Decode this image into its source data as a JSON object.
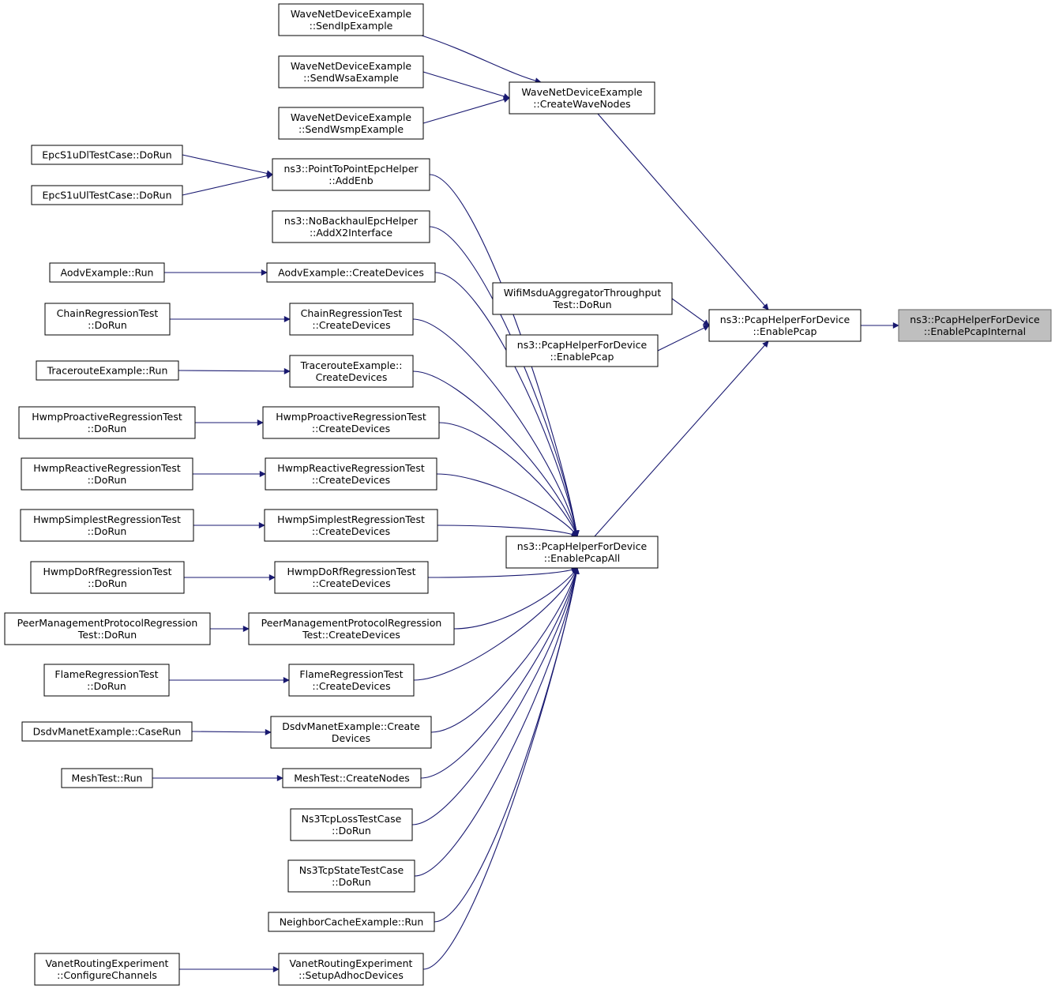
{
  "graph": {
    "title": "",
    "colors": {
      "edge": "#191970",
      "highlight_fill": "#bfbfbf",
      "node_border": "#000000"
    },
    "nodes": [
      {
        "id": "pcap-internal",
        "lines": [
          "ns3::PcapHelperForDevice",
          "::EnablePcapInternal"
        ],
        "highlight": true
      },
      {
        "id": "pcap-enable",
        "lines": [
          "ns3::PcapHelperForDevice",
          "::EnablePcap"
        ]
      },
      {
        "id": "wave-create",
        "lines": [
          "WaveNetDeviceExample",
          "::CreateWaveNodes"
        ]
      },
      {
        "id": "wave-sendip",
        "lines": [
          "WaveNetDeviceExample",
          "::SendIpExample"
        ]
      },
      {
        "id": "wave-sendwsa",
        "lines": [
          "WaveNetDeviceExample",
          "::SendWsaExample"
        ]
      },
      {
        "id": "wave-sendwsmp",
        "lines": [
          "WaveNetDeviceExample",
          "::SendWsmpExample"
        ]
      },
      {
        "id": "wifi-msdu",
        "lines": [
          "WifiMsduAggregatorThroughput",
          "Test::DoRun"
        ]
      },
      {
        "id": "pcap-enable2",
        "lines": [
          "ns3::PcapHelperForDevice",
          "::EnablePcap"
        ]
      },
      {
        "id": "pcap-all",
        "lines": [
          "ns3::PcapHelperForDevice",
          "::EnablePcapAll"
        ]
      },
      {
        "id": "epc-addenb",
        "lines": [
          "ns3::PointToPointEpcHelper",
          "::AddEnb"
        ]
      },
      {
        "id": "epc-dl",
        "lines": [
          "EpcS1uDlTestCase::DoRun"
        ]
      },
      {
        "id": "epc-ul",
        "lines": [
          "EpcS1uUlTestCase::DoRun"
        ]
      },
      {
        "id": "nobackhaul",
        "lines": [
          "ns3::NoBackhaulEpcHelper",
          "::AddX2Interface"
        ]
      },
      {
        "id": "aodv-create",
        "lines": [
          "AodvExample::CreateDevices"
        ]
      },
      {
        "id": "aodv-run",
        "lines": [
          "AodvExample::Run"
        ]
      },
      {
        "id": "chain-create",
        "lines": [
          "ChainRegressionTest",
          "::CreateDevices"
        ]
      },
      {
        "id": "chain-run",
        "lines": [
          "ChainRegressionTest",
          "::DoRun"
        ]
      },
      {
        "id": "trace-create",
        "lines": [
          "TracerouteExample::",
          "CreateDevices"
        ]
      },
      {
        "id": "trace-run",
        "lines": [
          "TracerouteExample::Run"
        ]
      },
      {
        "id": "hwmp-pro-create",
        "lines": [
          "HwmpProactiveRegressionTest",
          "::CreateDevices"
        ]
      },
      {
        "id": "hwmp-pro-run",
        "lines": [
          "HwmpProactiveRegressionTest",
          "::DoRun"
        ]
      },
      {
        "id": "hwmp-re-create",
        "lines": [
          "HwmpReactiveRegressionTest",
          "::CreateDevices"
        ]
      },
      {
        "id": "hwmp-re-run",
        "lines": [
          "HwmpReactiveRegressionTest",
          "::DoRun"
        ]
      },
      {
        "id": "hwmp-si-create",
        "lines": [
          "HwmpSimplestRegressionTest",
          "::CreateDevices"
        ]
      },
      {
        "id": "hwmp-si-run",
        "lines": [
          "HwmpSimplestRegressionTest",
          "::DoRun"
        ]
      },
      {
        "id": "hwmp-rf-create",
        "lines": [
          "HwmpDoRfRegressionTest",
          "::CreateDevices"
        ]
      },
      {
        "id": "hwmp-rf-run",
        "lines": [
          "HwmpDoRfRegressionTest",
          "::DoRun"
        ]
      },
      {
        "id": "peer-create",
        "lines": [
          "PeerManagementProtocolRegression",
          "Test::CreateDevices"
        ]
      },
      {
        "id": "peer-run",
        "lines": [
          "PeerManagementProtocolRegression",
          "Test::DoRun"
        ]
      },
      {
        "id": "flame-create",
        "lines": [
          "FlameRegressionTest",
          "::CreateDevices"
        ]
      },
      {
        "id": "flame-run",
        "lines": [
          "FlameRegressionTest",
          "::DoRun"
        ]
      },
      {
        "id": "dsdv-create",
        "lines": [
          "DsdvManetExample::Create",
          "Devices"
        ]
      },
      {
        "id": "dsdv-run",
        "lines": [
          "DsdvManetExample::CaseRun"
        ]
      },
      {
        "id": "mesh-create",
        "lines": [
          "MeshTest::CreateNodes"
        ]
      },
      {
        "id": "mesh-run",
        "lines": [
          "MeshTest::Run"
        ]
      },
      {
        "id": "tcp-loss",
        "lines": [
          "Ns3TcpLossTestCase",
          "::DoRun"
        ]
      },
      {
        "id": "tcp-state",
        "lines": [
          "Ns3TcpStateTestCase",
          "::DoRun"
        ]
      },
      {
        "id": "neighbor",
        "lines": [
          "NeighborCacheExample::Run"
        ]
      },
      {
        "id": "vanet-setup",
        "lines": [
          "VanetRoutingExperiment",
          "::SetupAdhocDevices"
        ]
      },
      {
        "id": "vanet-config",
        "lines": [
          "VanetRoutingExperiment",
          "::ConfigureChannels"
        ]
      }
    ],
    "edges": [
      [
        "pcap-enable",
        "pcap-internal"
      ],
      [
        "wave-create",
        "pcap-enable"
      ],
      [
        "wifi-msdu",
        "pcap-enable"
      ],
      [
        "pcap-enable2",
        "pcap-enable"
      ],
      [
        "pcap-all",
        "pcap-enable"
      ],
      [
        "wave-sendip",
        "wave-create"
      ],
      [
        "wave-sendwsa",
        "wave-create"
      ],
      [
        "wave-sendwsmp",
        "wave-create"
      ],
      [
        "epc-dl",
        "epc-addenb"
      ],
      [
        "epc-ul",
        "epc-addenb"
      ],
      [
        "aodv-run",
        "aodv-create"
      ],
      [
        "chain-run",
        "chain-create"
      ],
      [
        "trace-run",
        "trace-create"
      ],
      [
        "hwmp-pro-run",
        "hwmp-pro-create"
      ],
      [
        "hwmp-re-run",
        "hwmp-re-create"
      ],
      [
        "hwmp-si-run",
        "hwmp-si-create"
      ],
      [
        "hwmp-rf-run",
        "hwmp-rf-create"
      ],
      [
        "peer-run",
        "peer-create"
      ],
      [
        "flame-run",
        "flame-create"
      ],
      [
        "dsdv-run",
        "dsdv-create"
      ],
      [
        "mesh-run",
        "mesh-create"
      ],
      [
        "vanet-config",
        "vanet-setup"
      ],
      [
        "epc-addenb",
        "pcap-all"
      ],
      [
        "nobackhaul",
        "pcap-all"
      ],
      [
        "aodv-create",
        "pcap-all"
      ],
      [
        "chain-create",
        "pcap-all"
      ],
      [
        "trace-create",
        "pcap-all"
      ],
      [
        "hwmp-pro-create",
        "pcap-all"
      ],
      [
        "hwmp-re-create",
        "pcap-all"
      ],
      [
        "hwmp-si-create",
        "pcap-all"
      ],
      [
        "hwmp-rf-create",
        "pcap-all"
      ],
      [
        "peer-create",
        "pcap-all"
      ],
      [
        "flame-create",
        "pcap-all"
      ],
      [
        "dsdv-create",
        "pcap-all"
      ],
      [
        "mesh-create",
        "pcap-all"
      ],
      [
        "tcp-loss",
        "pcap-all"
      ],
      [
        "tcp-state",
        "pcap-all"
      ],
      [
        "neighbor",
        "pcap-all"
      ],
      [
        "vanet-setup",
        "pcap-all"
      ]
    ]
  }
}
